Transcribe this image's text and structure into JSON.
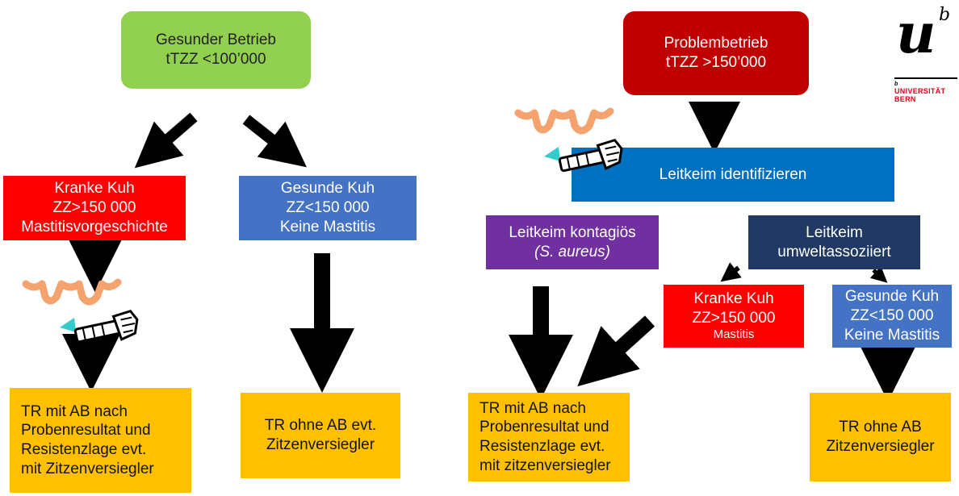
{
  "left": {
    "top_box": [
      "Gesunder Betrieb",
      "tTZZ <100’000"
    ],
    "sick_cow": [
      "Kranke Kuh",
      "ZZ>150 000",
      "Mastitisvorgeschichte"
    ],
    "healthy_cow": [
      "Gesunde Kuh",
      "ZZ<150 000",
      "Keine Mastitis"
    ],
    "result_ab": [
      "TR mit AB nach",
      "Probenresultat und",
      "Resistenzlage evt.",
      "mit Zitzenversiegler"
    ],
    "result_no_ab": [
      "TR ohne AB evt.",
      "Zitzenversiegler"
    ]
  },
  "right": {
    "top_box": [
      "Problembetrieb",
      "tTZZ >150’000"
    ],
    "identify": "Leitkeim identifizieren",
    "contagious": [
      "Leitkeim kontagiös",
      "(S. aureus)"
    ],
    "environmental": [
      "Leitkeim",
      "umweltassoziiert"
    ],
    "sick_cow": [
      "Kranke Kuh",
      "ZZ>150 000",
      "Mastitis"
    ],
    "healthy_cow": [
      "Gesunde Kuh",
      "ZZ<150 000",
      "Keine Mastitis"
    ],
    "result_ab": [
      "TR mit AB nach",
      "Probenresultat und",
      "Resistenzlage evt.",
      "mit zitzenversiegler"
    ],
    "result_no_ab": [
      "TR ohne AB",
      "Zitzenversiegler"
    ]
  },
  "logo": {
    "mark": "u",
    "superscript": "b",
    "small_b": "b",
    "line1": "UNIVERSITÄT",
    "line2": "BERN"
  },
  "icons": [
    "udder-icon",
    "syringe-icon"
  ],
  "colors": {
    "green": "#92d050",
    "dark_red": "#c00000",
    "red": "#ff0000",
    "blue": "#4472c4",
    "light_blue": "#0070c0",
    "purple": "#7030a0",
    "navy": "#1f3864",
    "orange": "#ffc000",
    "udder": "#f4a26e",
    "tip": "#33cccc"
  }
}
